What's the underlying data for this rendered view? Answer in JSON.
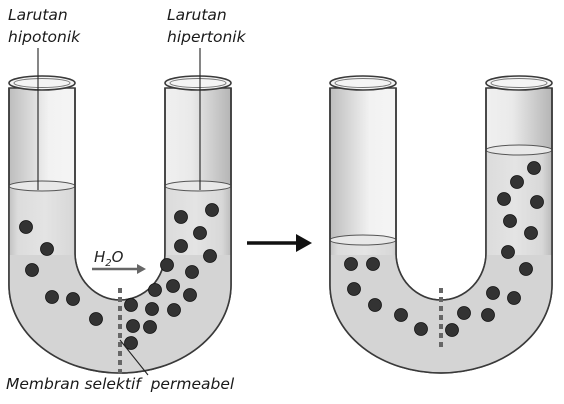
{
  "labels": {
    "hypotonic_line1": "Larutan",
    "hypotonic_line2": "hipotonik",
    "hypertonic_line1": "Larutan",
    "hypertonic_line2": "hipertonik",
    "water": "H",
    "water_sub": "2",
    "water_end": "O",
    "membrane": "Membran selektif  permeabel"
  },
  "colors": {
    "glass_outline": "#3a3a3a",
    "liquid": "#d6d6d6",
    "solute": "#333333",
    "membrane": "#666666"
  },
  "icons": {
    "process_arrow": "right-arrow-icon",
    "flow_arrow": "right-arrow-icon"
  }
}
